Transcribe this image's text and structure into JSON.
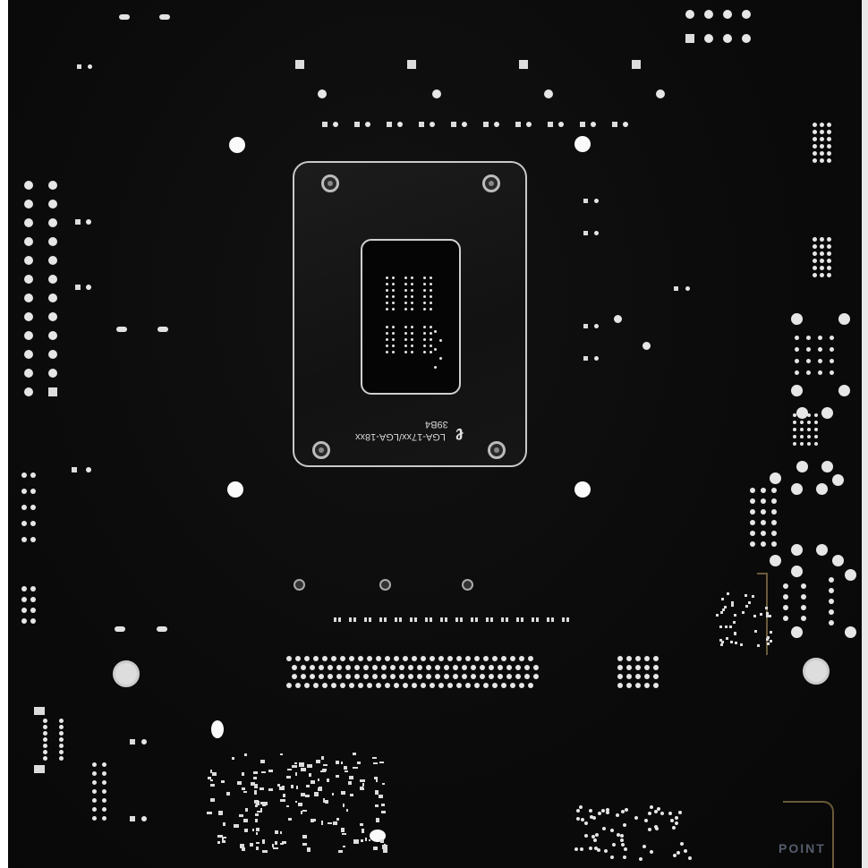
{
  "scene": {
    "subject": "motherboard rear side (PCB backside)",
    "background_color": "#0b0b0b",
    "solder_color": "#e6e6e6"
  },
  "cpu_backplate": {
    "label_line1": "LGA-17xx/LGA-18xx",
    "label_line2": "39B4",
    "logo": "ℓ"
  },
  "watermark": {
    "text": "POINT"
  }
}
